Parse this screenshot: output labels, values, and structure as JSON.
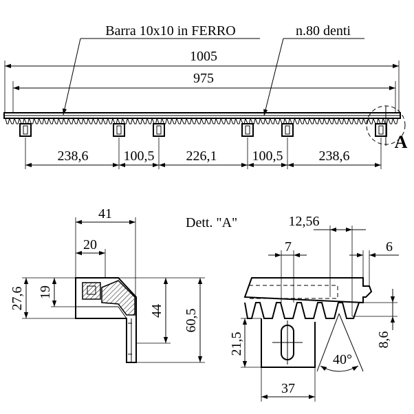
{
  "top_view": {
    "material_label": "Barra 10x10 in FERRO",
    "teeth_label": "n.80 denti",
    "overall_length": "1005",
    "pitch_length": "975",
    "spacing_1": "238,6",
    "spacing_2": "100,5",
    "spacing_3": "226,1",
    "spacing_4": "100,5",
    "spacing_5": "238,6",
    "detail_marker": "A"
  },
  "section_view": {
    "width": "41",
    "inner_width": "20",
    "height_total": "27,6",
    "height_bar": "19",
    "height_bracket": "44",
    "height_overall": "60,5"
  },
  "detail_view": {
    "title": "Dett. \"A\"",
    "pitch": "12,56",
    "slot_width": "7",
    "tooth_offset": "6",
    "body_height": "21,5",
    "tooth_height": "8,6",
    "tooth_angle": "40°",
    "base_width": "37"
  }
}
